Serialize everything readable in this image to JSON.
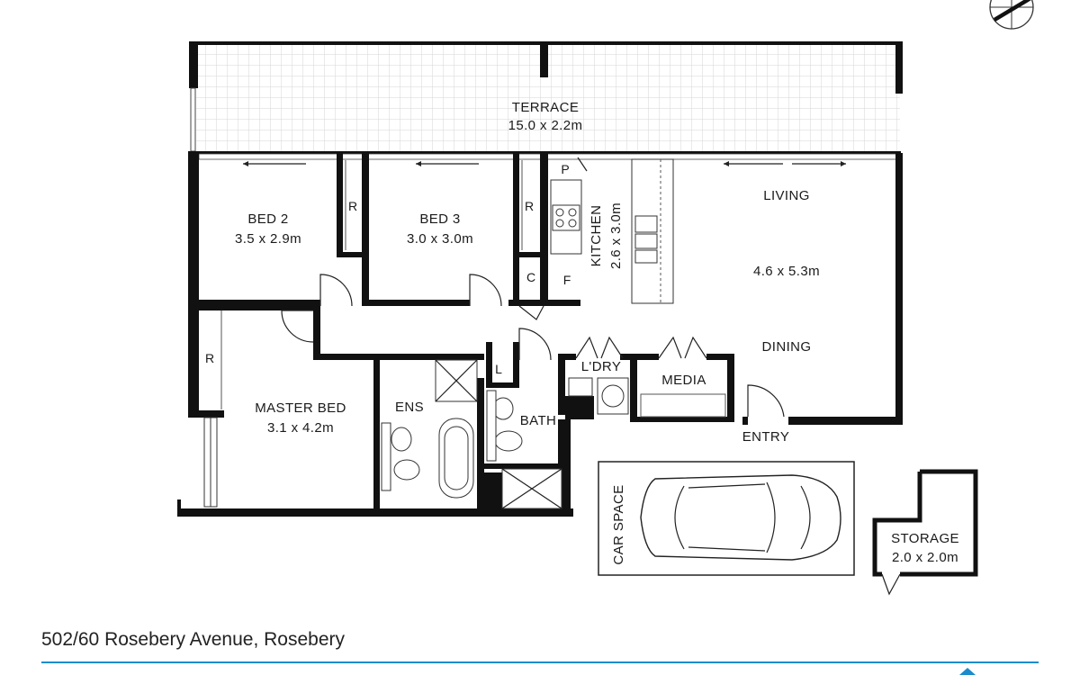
{
  "rooms": {
    "terrace": {
      "name": "TERRACE",
      "size": "15.0 x 2.2m"
    },
    "bed2": {
      "name": "BED 2",
      "size": "3.5 x 2.9m"
    },
    "bed3": {
      "name": "BED 3",
      "size": "3.0 x 3.0m"
    },
    "kitchen": {
      "name": "KITCHEN",
      "size": "2.6 x 3.0m"
    },
    "living": {
      "name": "LIVING",
      "size": "4.6 x 5.3m"
    },
    "dining": {
      "name": "DINING"
    },
    "master": {
      "name": "MASTER BED",
      "size": "3.1 x 4.2m"
    },
    "ensuite": {
      "name": "ENS"
    },
    "bath": {
      "name": "BATH"
    },
    "laundry": {
      "name": "L'DRY"
    },
    "media": {
      "name": "MEDIA"
    },
    "entry": {
      "name": "ENTRY"
    },
    "car_space": {
      "name": "CAR SPACE"
    },
    "storage": {
      "name": "STORAGE",
      "size": "2.0 x 2.0m"
    }
  },
  "tags": {
    "robe": "R",
    "pantry": "P",
    "cupboard": "C",
    "fridge": "F",
    "linen": "L"
  },
  "address": "502/60 Rosebery Avenue, Rosebery",
  "colors": {
    "accent": "#1a8ccc",
    "wall": "#111111",
    "grid": "#d8d8d8"
  },
  "icons": [
    "compass-icon"
  ]
}
